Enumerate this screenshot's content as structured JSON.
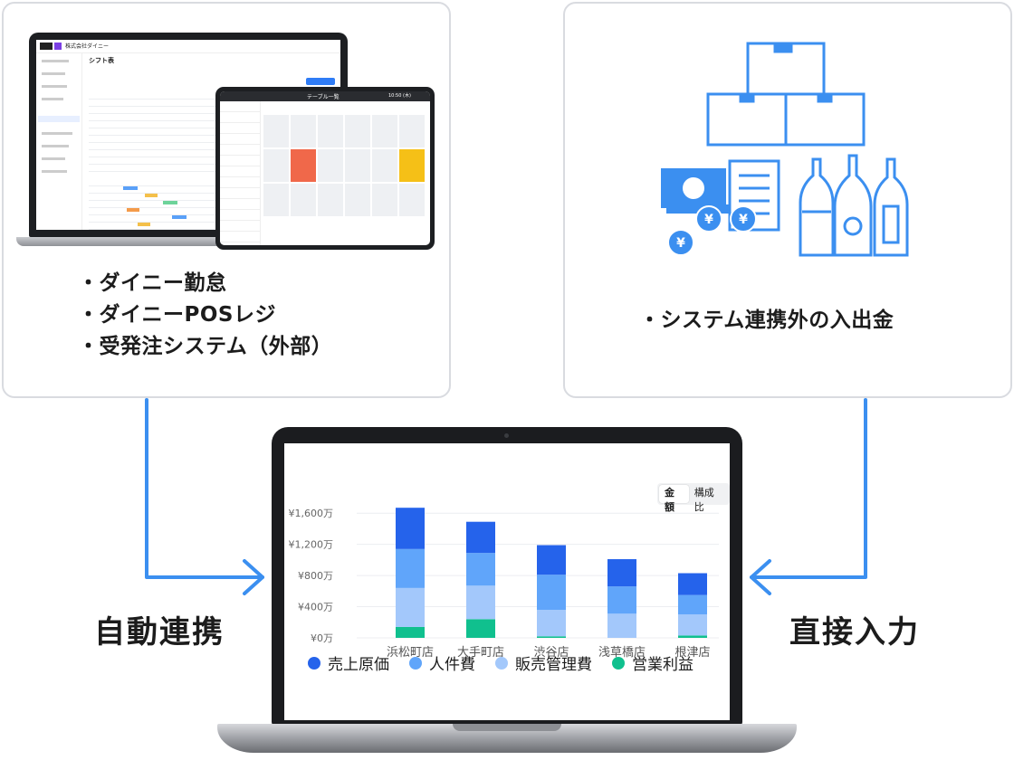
{
  "left_card": {
    "bullets": [
      "ダイニー勤怠",
      "ダイニーPOSレジ",
      "受発注システム（外部）"
    ],
    "mini_app": {
      "company": "株式会社ダイニー",
      "page_title": "シフト表",
      "tablet_title": "テーブル一覧",
      "tablet_time": "10:50 (木)"
    }
  },
  "right_card": {
    "bullet": "システム連携外の入出金",
    "icon_names": [
      "boxes-icon",
      "cash-invoice-icon",
      "bottles-icon"
    ]
  },
  "labels": {
    "auto": "自動連携",
    "manual": "直接入力"
  },
  "toggle": {
    "active": "金額",
    "inactive": "構成比"
  },
  "colors": {
    "cost": "#2563eb",
    "labor": "#60a5fa",
    "sga": "#a3c8fb",
    "profit": "#10c08e",
    "arrow": "#3b8ff0",
    "card_border": "#d9dbe0"
  },
  "chart_data": {
    "type": "bar",
    "stacked": true,
    "categories": [
      "浜松町店",
      "大手町店",
      "渋谷店",
      "浅草橋店",
      "根津店"
    ],
    "series": [
      {
        "name": "営業利益",
        "color": "#10c08e",
        "values": [
          140,
          240,
          20,
          0,
          30
        ]
      },
      {
        "name": "販売管理費",
        "color": "#a3c8fb",
        "values": [
          500,
          430,
          340,
          310,
          270
        ]
      },
      {
        "name": "人件費",
        "color": "#60a5fa",
        "values": [
          500,
          420,
          450,
          350,
          250
        ]
      },
      {
        "name": "売上原価",
        "color": "#2563eb",
        "values": [
          530,
          400,
          380,
          350,
          280
        ]
      }
    ],
    "legend_order": [
      "売上原価",
      "人件費",
      "販売管理費",
      "営業利益"
    ],
    "yticks": [
      "¥0万",
      "¥400万",
      "¥800万",
      "¥1,200万",
      "¥1,600万"
    ],
    "ylim": [
      0,
      1800
    ],
    "grid": true,
    "legend_position": "bottom"
  }
}
